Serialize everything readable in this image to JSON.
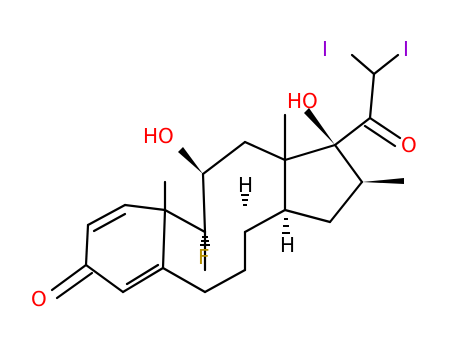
{
  "atoms": {
    "iodine_left": "I",
    "iodine_right": "I",
    "hydroxyl_c17": "HO",
    "hydroxyl_c11": "HO",
    "carbonyl_oxygen_c20": "O",
    "carbonyl_oxygen_c3": "O",
    "fluorine_c9": "F",
    "hydrogen_c8": "H",
    "hydrogen_c14": "H"
  },
  "colors": {
    "bond": "#000000",
    "oxygen": "#ff0000",
    "iodine": "#9400d3",
    "fluorine": "#b38f00",
    "hydrogen": "#000000"
  }
}
